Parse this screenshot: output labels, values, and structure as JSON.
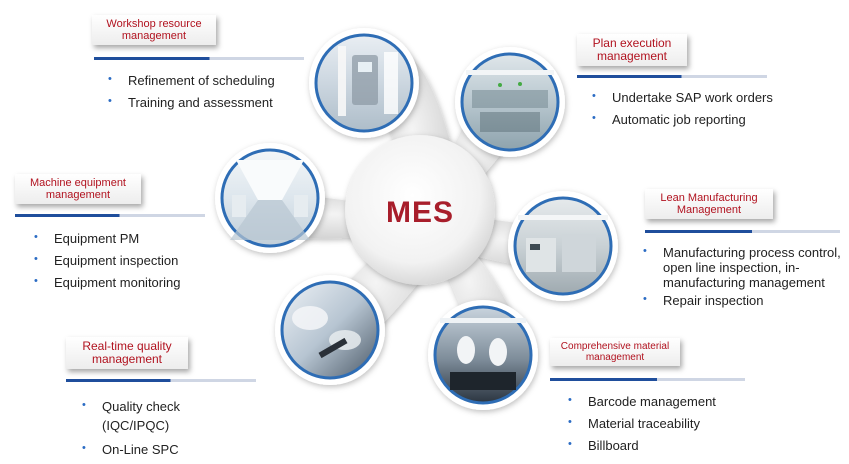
{
  "center": {
    "label": "MES"
  },
  "modules": [
    {
      "title": "Workshop resource management",
      "items": [
        "Refinement of scheduling",
        "Training and assessment"
      ],
      "photo": "cleanroom-machine-photo"
    },
    {
      "title": "Plan execution management",
      "items": [
        "Undertake SAP work orders",
        "Automatic job reporting"
      ],
      "photo": "production-hall-photo"
    },
    {
      "title": "Machine equipment management",
      "items": [
        "Equipment PM",
        "Equipment inspection",
        "Equipment monitoring"
      ],
      "photo": "cleanroom-corridor-photo"
    },
    {
      "title": "Lean Manufacturing Management",
      "items": [
        "Manufacturing process control, open line inspection, in-manufacturing management",
        "Repair inspection"
      ],
      "photo": "smt-line-photo"
    },
    {
      "title": "Real-time quality management",
      "items": [
        "Quality check (IQC/IPQC)",
        "On-Line SPC"
      ],
      "photo": "quality-inspection-photo"
    },
    {
      "title": "Comprehensive material management",
      "items": [
        "Barcode management",
        "Material traceability",
        "Billboard"
      ],
      "photo": "material-workshop-photo"
    }
  ],
  "colors": {
    "accent_red": "#a81e2b",
    "rule_blue": "#1f4e9c",
    "bullet_blue": "#2b6cc4",
    "photo_ring": "#2e6db5"
  }
}
